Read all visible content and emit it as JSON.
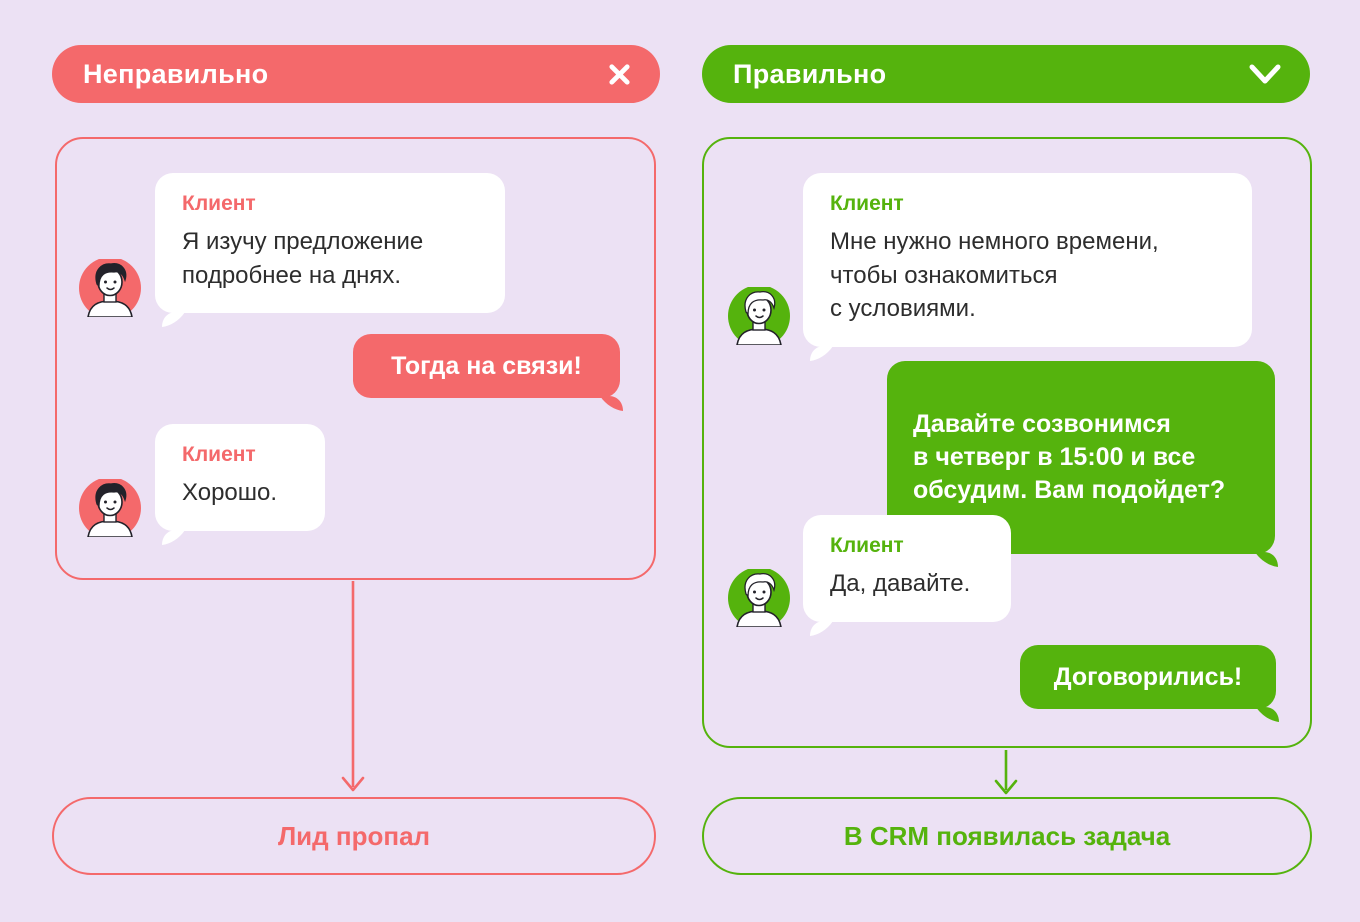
{
  "colors": {
    "red": "#f4696b",
    "green": "#55b30d",
    "bg": "#ece1f4",
    "text": "#2d2d2d"
  },
  "columns": [
    {
      "id": "wrong",
      "header": {
        "label": "Неправильно",
        "icon": "close-icon"
      },
      "messages": [
        {
          "role": "client",
          "label": "Клиент",
          "text": "Я изучу предложение\nподробнее на днях."
        },
        {
          "role": "agent",
          "text": "Тогда на связи!"
        },
        {
          "role": "client",
          "label": "Клиент",
          "text": "Хорошо."
        }
      ],
      "result": "Лид пропал"
    },
    {
      "id": "right",
      "header": {
        "label": "Правильно",
        "icon": "check-icon"
      },
      "messages": [
        {
          "role": "client",
          "label": "Клиент",
          "text": "Мне нужно немного времени,\nчтобы ознакомиться\nс условиями."
        },
        {
          "role": "agent",
          "text": "Давайте созвонимся\nв четверг в 15:00 и все\nобсудим. Вам подойдет?"
        },
        {
          "role": "client",
          "label": "Клиент",
          "text": "Да, давайте."
        },
        {
          "role": "agent",
          "text": "Договорились!"
        }
      ],
      "result": "В CRM появилась задача"
    }
  ]
}
